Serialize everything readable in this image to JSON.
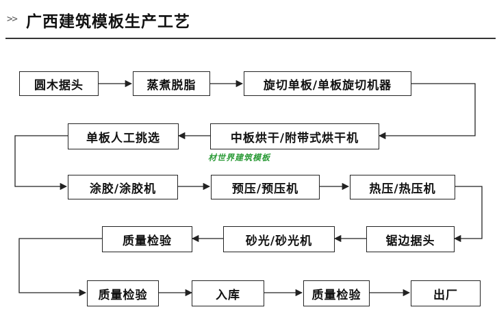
{
  "header": {
    "prefix": ">>",
    "title": "广西建筑模板生产工艺"
  },
  "steps": {
    "log_cutting": "圆木据头",
    "steaming": "蒸煮脱脂",
    "rotary_cutting": "旋切单板/单板旋切机器",
    "core_drying": "中板烘干/附带式烘干机",
    "veneer_sorting": "单板人工挑选",
    "gluing": "涂胶/涂胶机",
    "prepress": "预压/预压机",
    "hotpress": "热压/热压机",
    "edge_sawing": "锯边据头",
    "sanding": "砂光/砂光机",
    "quality_check_1": "质量检验",
    "quality_check_2": "质量检验",
    "warehousing": "入库",
    "quality_check_3": "质量检验",
    "shipping": "出厂"
  },
  "watermark": "材世界建筑模板"
}
